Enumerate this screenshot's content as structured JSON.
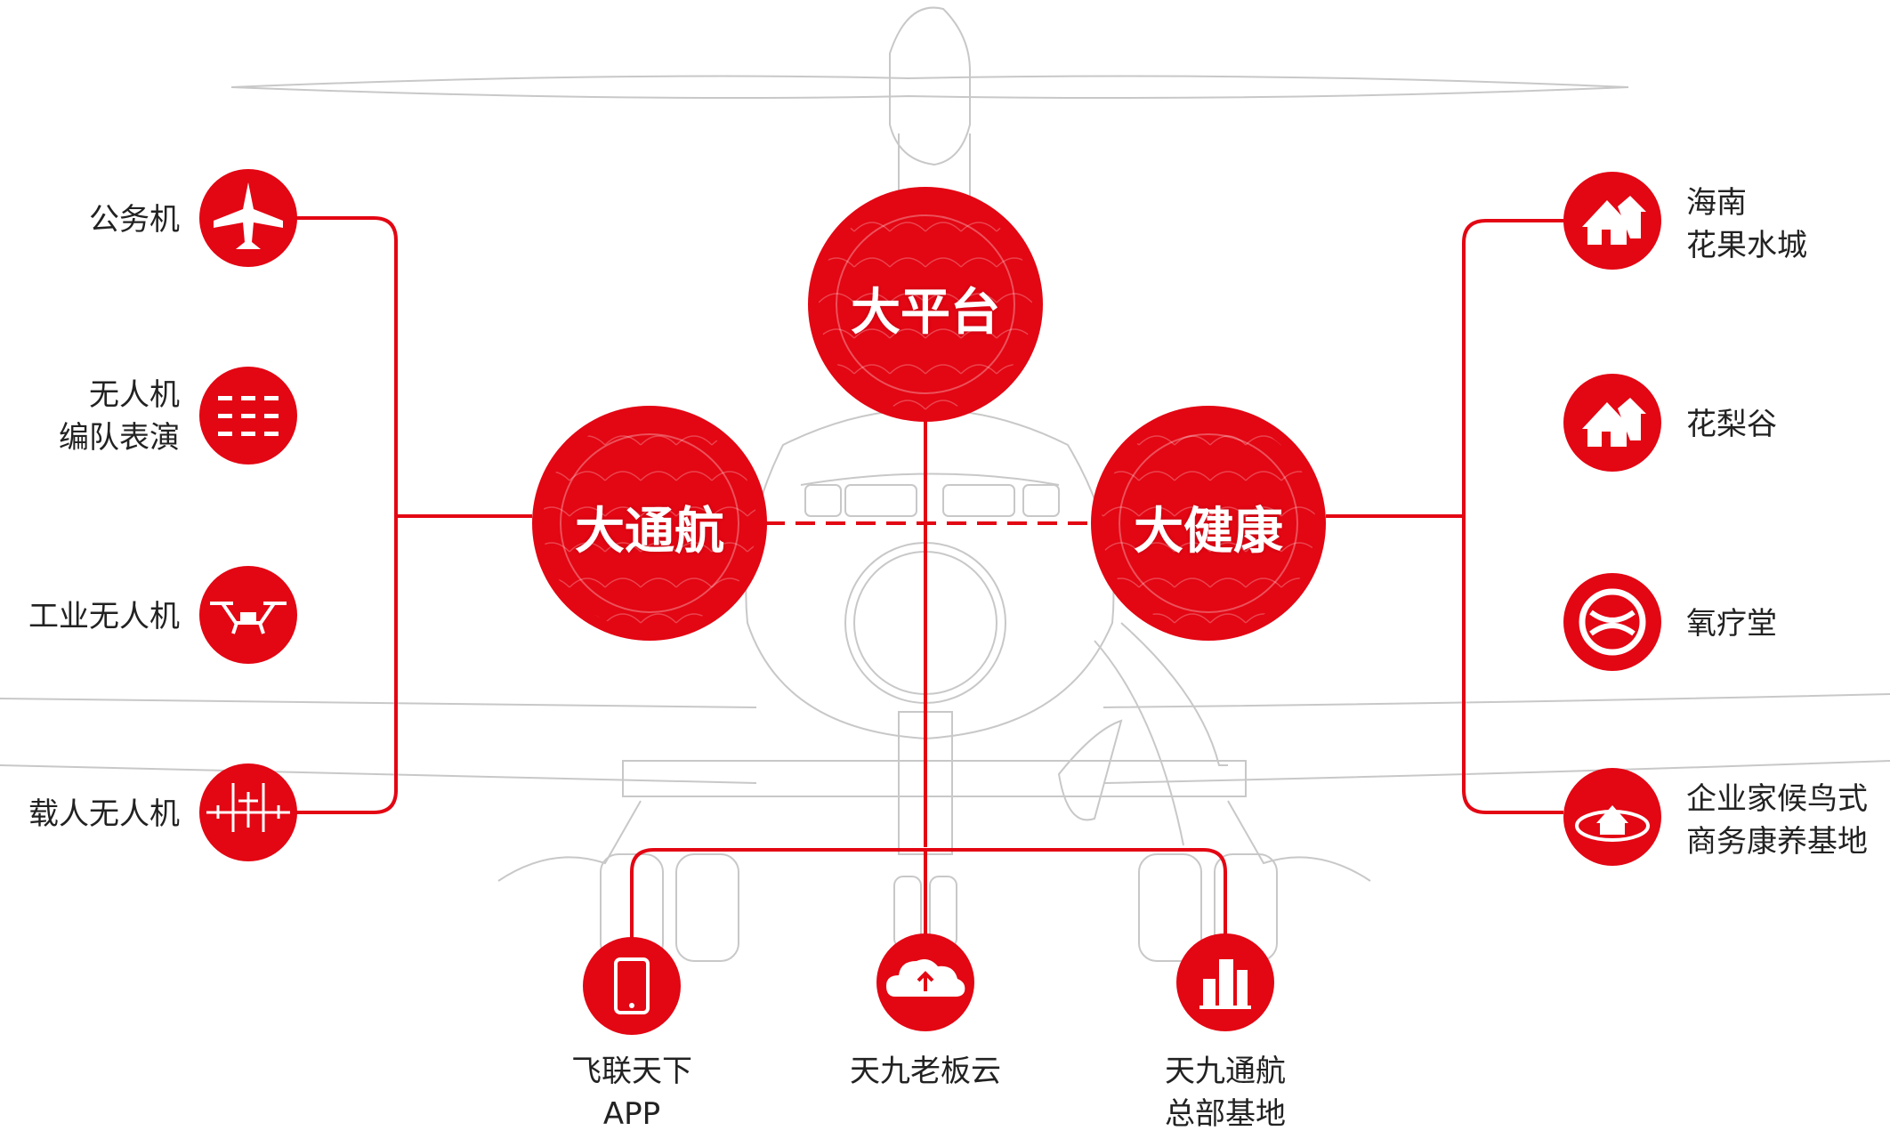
{
  "colors": {
    "accent": "#e30613",
    "line": "#e30613",
    "sketch": "#c8c8c8",
    "text": "#222222"
  },
  "hubs": {
    "left": "大通航",
    "top": "大平台",
    "right": "大健康"
  },
  "left_items": [
    {
      "icon": "airplane-icon",
      "lines": [
        "公务机"
      ]
    },
    {
      "icon": "drone-formation-icon",
      "lines": [
        "无人机",
        "编队表演"
      ]
    },
    {
      "icon": "industrial-drone-icon",
      "lines": [
        "工业无人机"
      ]
    },
    {
      "icon": "manned-drone-icon",
      "lines": [
        "载人无人机"
      ]
    }
  ],
  "right_items": [
    {
      "icon": "house-icon",
      "lines": [
        "海南",
        "花果水城"
      ]
    },
    {
      "icon": "house-icon",
      "lines": [
        "花梨谷"
      ]
    },
    {
      "icon": "oxygen-icon",
      "lines": [
        "氧疗堂"
      ]
    },
    {
      "icon": "resort-icon",
      "lines": [
        "企业家候鸟式",
        "商务康养基地"
      ]
    }
  ],
  "bottom_items": [
    {
      "icon": "phone-icon",
      "lines": [
        "飞联天下",
        "APP"
      ]
    },
    {
      "icon": "cloud-upload-icon",
      "lines": [
        "天九老板云"
      ]
    },
    {
      "icon": "building-icon",
      "lines": [
        "天九通航",
        "总部基地"
      ]
    }
  ]
}
